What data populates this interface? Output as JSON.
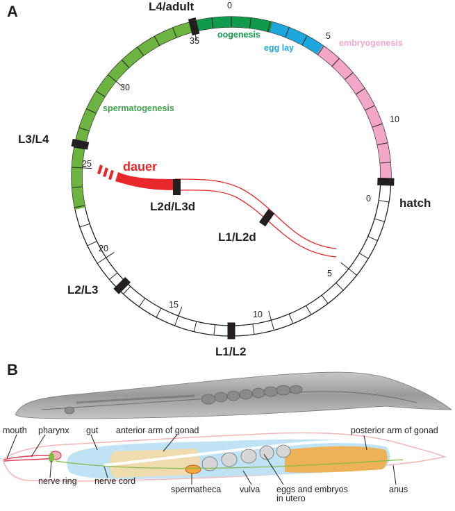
{
  "panel_a": {
    "letter": "A",
    "stages": {
      "l4_adult": "L4/adult",
      "l3_l4": "L3/L4",
      "l2_l3": "L2/L3",
      "l1_l2": "L1/L2",
      "hatch": "hatch",
      "l2d_l3d": "L2d/L3d",
      "l1_l2d": "L1/L2d",
      "dauer": "dauer"
    },
    "hours_embryo": [
      "0",
      "5",
      "10"
    ],
    "hours_post_hatch": [
      "0",
      "5",
      "10",
      "15",
      "20",
      "25",
      "30",
      "35"
    ],
    "phases": {
      "oogenesis": "oogenesis",
      "egg_lay": "egg lay",
      "embryogenesis": "embryogenesis",
      "spermatogenesis": "spermatogenesis"
    },
    "colors": {
      "spermatogenesis": "#6cb33f",
      "oogenesis": "#0f9a4c",
      "egg_lay": "#1ba7dd",
      "embryogenesis": "#f3a6c8",
      "dauer": "#e8272a",
      "marker": "#231f20"
    }
  },
  "panel_b": {
    "letter": "B",
    "labels": {
      "mouth": "mouth",
      "pharynx": "pharynx",
      "gut": "gut",
      "anterior_arm": "anterior arm of gonad",
      "posterior_arm": "posterior arm of gonad",
      "nerve_ring": "nerve ring",
      "nerve_cord": "nerve cord",
      "spermatheca": "spermatheca",
      "vulva": "vulva",
      "eggs_line1": "eggs and embryos",
      "eggs_line2": "in utero",
      "anus": "anus"
    },
    "colors": {
      "gut": "#bfe3f5",
      "gonad": "#f7d9a0",
      "gonad_posterior": "#f4a93b",
      "body_outline": "#f3b5b5",
      "pharynx": "#e23e57",
      "nerve": "#7dbb42"
    }
  }
}
